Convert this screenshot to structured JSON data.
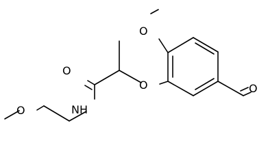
{
  "molecule": {
    "atom_labels": {
      "o_methoxy_ring": "O",
      "o_ether": "O",
      "o_aldehyde": "O",
      "o_carbonyl": "O",
      "nh": "NH",
      "o_chain": "O"
    }
  },
  "colors": {
    "bond": "#000000",
    "text": "#000000",
    "background": "#ffffff"
  }
}
